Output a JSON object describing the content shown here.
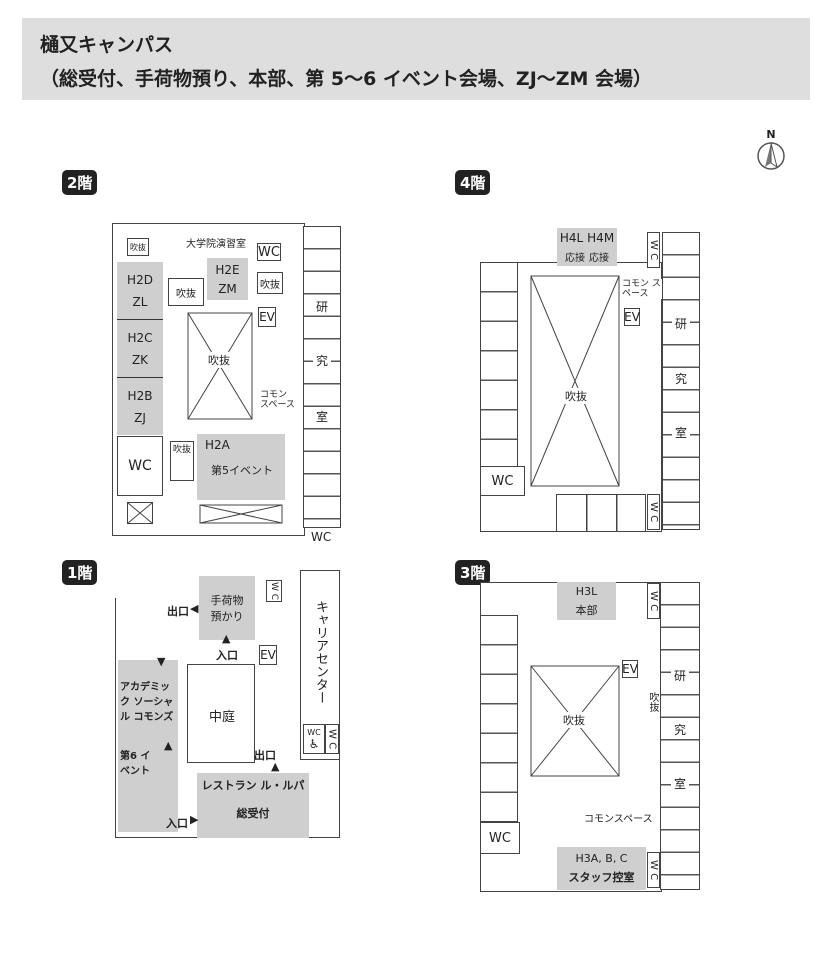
{
  "header": {
    "title": "樋又キャンパス",
    "subtitle": "（総受付、手荷物預り、本部、第 5～6 イベント会場、ZJ～ZM 会場）"
  },
  "compass": {
    "label": "N"
  },
  "floors": {
    "f2": {
      "label": "2階",
      "rooms": {
        "h2d": "H2D",
        "zl": "ZL",
        "h2c": "H2C",
        "zk": "ZK",
        "h2b": "H2B",
        "zj": "ZJ",
        "wc": "WC",
        "h2a": "H2A",
        "event5": "第5イベント",
        "h2e": "H2E",
        "zm": "ZM",
        "seminar": "大学院演習室",
        "wc2": "WC",
        "ev": "EV",
        "atrium": "吹抜",
        "void1": "吹抜",
        "void2": "吹抜",
        "void3": "吹抜",
        "void4": "吹抜",
        "common": "コモン スペース",
        "wc3": "WC"
      },
      "research": [
        "研",
        "究",
        "室"
      ]
    },
    "f4": {
      "label": "4階",
      "rooms": {
        "h4l": "H4L",
        "h4m": "H4M",
        "h4l_sub": "応接",
        "h4m_sub": "応接",
        "common": "コモン スペース",
        "ev": "EV",
        "atrium": "吹抜",
        "wc": "WC",
        "wc2": "W C",
        "wc3": "W C"
      },
      "research": [
        "研",
        "究",
        "室"
      ]
    },
    "f1": {
      "label": "1階",
      "rooms": {
        "baggage": "手荷物 預かり",
        "wc": "W C",
        "exit1": "出口",
        "entrance1": "入口",
        "ev": "EV",
        "career": "キャリアセンター",
        "courtyard": "中庭",
        "academic": "アカデミック ソーシャル コモンズ",
        "event6": "第6 イベント",
        "exit2": "出口",
        "wc_access": "WC",
        "wc2": "W C",
        "restaurant": "レストラン ル・ルパ",
        "reception": "総受付",
        "entrance2": "入口"
      }
    },
    "f3": {
      "label": "3階",
      "rooms": {
        "h3l": "H3L",
        "honbu": "本部",
        "wc": "W C",
        "ev": "EV",
        "atrium": "吹抜",
        "void": "吹抜",
        "common": "コモンスペース",
        "wc2": "WC",
        "h3abc": "H3A, B, C",
        "staff": "スタッフ控室",
        "wc3": "W C"
      },
      "research": [
        "研",
        "究",
        "室"
      ]
    }
  }
}
